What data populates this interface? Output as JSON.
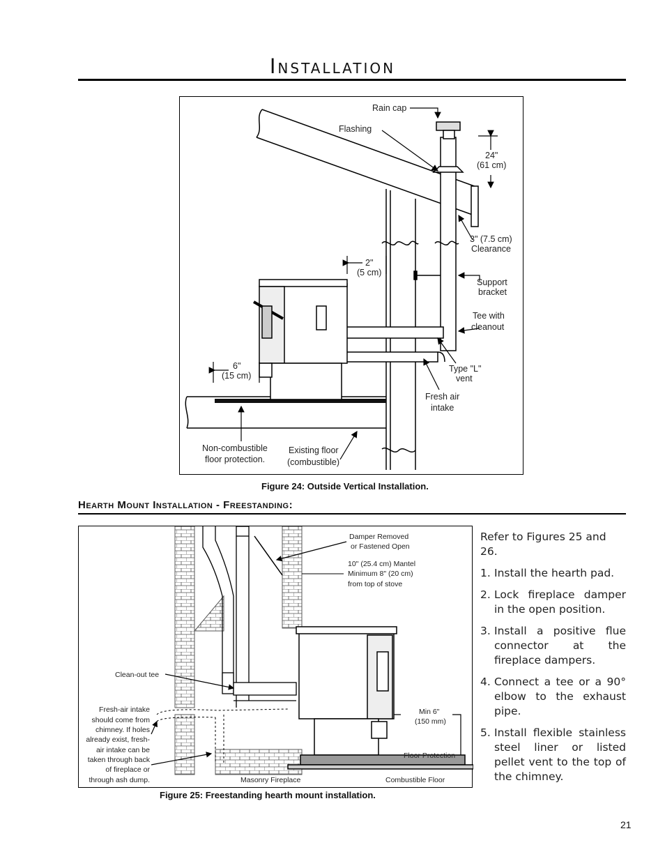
{
  "page": {
    "title": "Installation",
    "page_number": "21"
  },
  "figure24": {
    "caption": "Figure 24: Outside Vertical Installation.",
    "labels": {
      "rain_cap": "Rain cap",
      "flashing": "Flashing",
      "dim_24_a": "24\"",
      "dim_24_b": "(61 cm)",
      "clearance_a": "3\" (7.5 cm)",
      "clearance_b": "Clearance",
      "dim_2_a": "2\"",
      "dim_2_b": "(5 cm)",
      "support_a": "Support",
      "support_b": "bracket",
      "tee_a": "Tee with",
      "tee_b": "cleanout",
      "dim_6_a": "6\"",
      "dim_6_b": "(15 cm)",
      "typel_a": "Type \"L\"",
      "typel_b": "vent",
      "fresh_a": "Fresh air",
      "fresh_b": "intake",
      "noncomb_a": "Non-combustible",
      "noncomb_b": "floor protection.",
      "floor_a": "Existing floor",
      "floor_b": "(combustible)"
    }
  },
  "section": {
    "heading": "Hearth Mount Installation - Freestanding:"
  },
  "figure25": {
    "caption": "Figure 25: Freestanding hearth mount installation.",
    "labels": {
      "damper_a": "Damper Removed",
      "damper_b": "or Fastened Open",
      "mantel_a": "10\" (25.4 cm) Mantel",
      "mantel_b": "Minimum 8\" (20 cm)",
      "mantel_c": "from top of stove",
      "cleanout": "Clean-out tee",
      "fresh_1": "Fresh-air intake",
      "fresh_2": "should come from",
      "fresh_3": "chimney. If holes",
      "fresh_4": "already exist, fresh-",
      "fresh_5": "air intake can be",
      "fresh_6": "taken through back",
      "fresh_7": "of fireplace or",
      "fresh_8": "through ash dump.",
      "min_a": "Min 6\"",
      "min_b": "(150 mm)",
      "floor_protection": "Floor Protection",
      "masonry": "Masonry Fireplace",
      "combustible": "Combustible Floor"
    }
  },
  "instructions": {
    "intro": "Refer to Figures 25 and 26.",
    "steps": [
      {
        "num": "1.",
        "text": "Install the hearth pad."
      },
      {
        "num": "2.",
        "text": "Lock fireplace damper in the open position."
      },
      {
        "num": "3.",
        "text": "Install a positive flue connector at the fireplace dampers."
      },
      {
        "num": "4.",
        "text": "Connect a tee or a 90° elbow to the exhaust pipe."
      },
      {
        "num": "5.",
        "text": "Install flexible stainless steel liner or listed pellet vent to the top of the chimney."
      }
    ]
  }
}
